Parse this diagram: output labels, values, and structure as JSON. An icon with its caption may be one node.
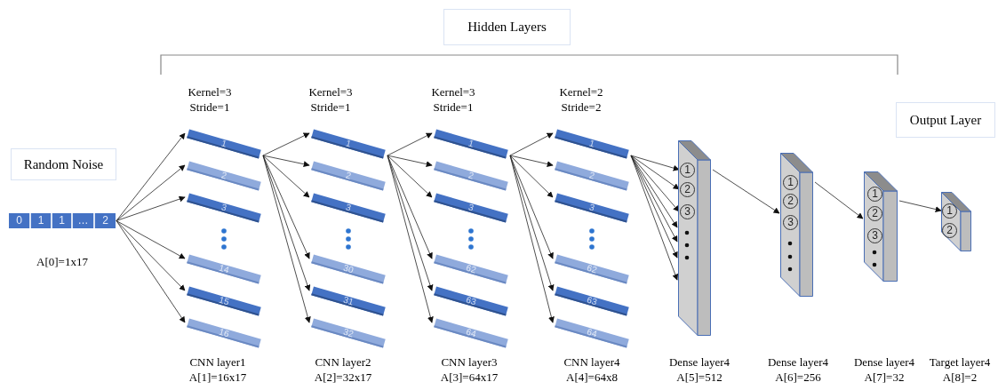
{
  "diagram": {
    "nodes": [
      {
        "text": [
          "Hidden Layers"
        ]
      },
      {
        "text": [
          "Random Noise"
        ]
      },
      {
        "text": [
          "Output Layer"
        ]
      },
      {
        "text": [],
        "shape": "bar"
      },
      {
        "text": [
          "0"
        ],
        "in": 3
      },
      {
        "text": [
          "1"
        ],
        "in": 3
      },
      {
        "text": [
          "1"
        ],
        "in": 3
      },
      {
        "text": [
          "…"
        ],
        "in": 3
      },
      {
        "text": [
          "2"
        ],
        "in": 3
      },
      {
        "text": [
          "1"
        ]
      },
      {
        "text": [
          "2"
        ]
      },
      {
        "text": [
          "3"
        ]
      },
      {
        "text": [
          "14"
        ]
      },
      {
        "text": [
          "15"
        ]
      },
      {
        "text": [
          "16"
        ]
      },
      {
        "text": [
          "1"
        ]
      },
      {
        "text": [
          "2"
        ]
      },
      {
        "text": [
          "3"
        ]
      },
      {
        "text": [
          "30"
        ]
      },
      {
        "text": [
          "31"
        ]
      },
      {
        "text": [
          "32"
        ]
      },
      {
        "text": [
          "1"
        ]
      },
      {
        "text": [
          "2"
        ]
      },
      {
        "text": [
          "3"
        ]
      },
      {
        "text": [
          "62"
        ]
      },
      {
        "text": [
          "63"
        ]
      },
      {
        "text": [
          "64"
        ]
      },
      {
        "text": [
          "1"
        ]
      },
      {
        "text": [
          "2"
        ]
      },
      {
        "text": [
          "3"
        ]
      },
      {
        "text": [
          "62"
        ]
      },
      {
        "text": [
          "63"
        ]
      },
      {
        "text": [
          "64"
        ]
      },
      {
        "text": [],
        "shape": "box"
      },
      {
        "text": [
          "1"
        ],
        "in": 33
      },
      {
        "text": [
          "2"
        ],
        "in": 33
      },
      {
        "text": [
          "3"
        ],
        "in": 33
      },
      {
        "text": [],
        "shape": "box"
      },
      {
        "text": [
          "1"
        ],
        "in": 37
      },
      {
        "text": [
          "2"
        ],
        "in": 37
      },
      {
        "text": [
          "3"
        ],
        "in": 37
      },
      {
        "text": [],
        "shape": "box"
      },
      {
        "text": [
          "1"
        ],
        "in": 41
      },
      {
        "text": [
          "2"
        ],
        "in": 41
      },
      {
        "text": [
          "3"
        ],
        "in": 41
      },
      {
        "text": [],
        "shape": "box"
      },
      {
        "text": [
          "1"
        ],
        "in": 45
      },
      {
        "text": [
          "2"
        ],
        "in": 45
      }
    ],
    "edges": [
      {
        "from": 3,
        "to": 9,
        "arrow": "to"
      },
      {
        "from": 3,
        "to": 10,
        "arrow": "to"
      },
      {
        "from": 3,
        "to": 11,
        "arrow": "to"
      },
      {
        "from": 3,
        "to": 12,
        "arrow": "to"
      },
      {
        "from": 3,
        "to": 13,
        "arrow": "to"
      },
      {
        "from": 3,
        "to": 14,
        "arrow": "to"
      },
      {
        "from": 9,
        "to": 15,
        "arrow": "to"
      },
      {
        "from": 9,
        "to": 16,
        "arrow": "to"
      },
      {
        "from": 9,
        "to": 17,
        "arrow": "to"
      },
      {
        "from": 9,
        "to": 18,
        "arrow": "to"
      },
      {
        "from": 9,
        "to": 19,
        "arrow": "to"
      },
      {
        "from": 9,
        "to": 20,
        "arrow": "to"
      },
      {
        "from": 15,
        "to": 21,
        "arrow": "to"
      },
      {
        "from": 15,
        "to": 22,
        "arrow": "to"
      },
      {
        "from": 15,
        "to": 23,
        "arrow": "to"
      },
      {
        "from": 15,
        "to": 24,
        "arrow": "to"
      },
      {
        "from": 15,
        "to": 25,
        "arrow": "to"
      },
      {
        "from": 15,
        "to": 26,
        "arrow": "to"
      },
      {
        "from": 21,
        "to": 27,
        "arrow": "to"
      },
      {
        "from": 21,
        "to": 28,
        "arrow": "to"
      },
      {
        "from": 21,
        "to": 29,
        "arrow": "to"
      },
      {
        "from": 21,
        "to": 30,
        "arrow": "to"
      },
      {
        "from": 21,
        "to": 31,
        "arrow": "to"
      },
      {
        "from": 21,
        "to": 32,
        "arrow": "to"
      },
      {
        "from": 27,
        "to": 34,
        "arrow": "to"
      },
      {
        "from": 27,
        "to": 35,
        "arrow": "to"
      },
      {
        "from": 27,
        "to": 36,
        "arrow": "to"
      },
      {
        "from": 27,
        "to": 33,
        "arrow": "to"
      },
      {
        "from": 27,
        "to": 33,
        "arrow": "to"
      },
      {
        "from": 27,
        "to": 33,
        "arrow": "to"
      },
      {
        "from": 27,
        "to": 33,
        "arrow": "to"
      },
      {
        "from": 33,
        "to": 37,
        "arrow": "to"
      },
      {
        "from": 37,
        "to": 41,
        "arrow": "to"
      },
      {
        "from": 41,
        "to": 46,
        "arrow": "to"
      }
    ],
    "labels": [
      "Kernel=3 Stride=1",
      "Kernel=3 Stride=1",
      "Kernel=3 Stride=1",
      "Kernel=2 Stride=2",
      "A[0]=1x17",
      "CNN layer1 A[1]=16x17",
      "CNN layer2 A[2]=32x17",
      "CNN layer3 A[3]=64x17",
      "CNN layer4 A[4]=64x8",
      "Dense layer4 A[5]=512",
      "Dense layer4 A[6]=256",
      "Dense layer4 A[7]=32",
      "Target layer4 A[8]=2"
    ]
  }
}
